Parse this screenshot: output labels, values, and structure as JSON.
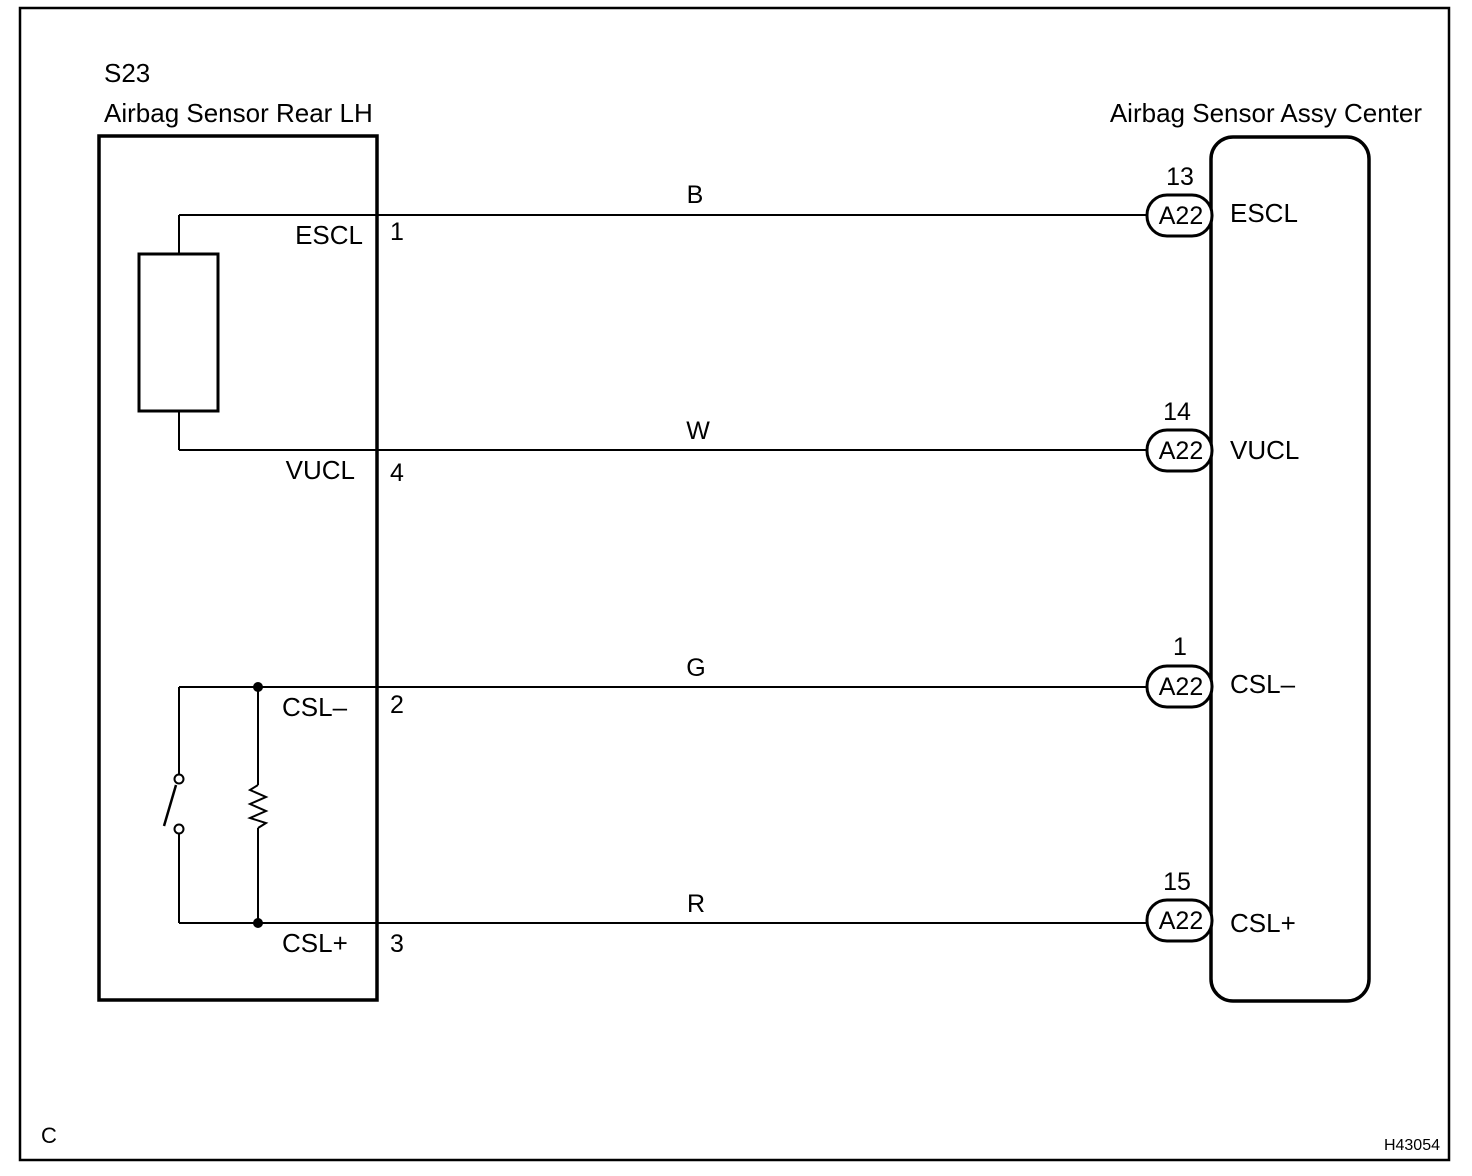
{
  "sensor": {
    "code": "S23",
    "name": "Airbag Sensor Rear LH"
  },
  "center": {
    "name": "Airbag Sensor Assy Center"
  },
  "circuits": [
    {
      "left_label": "ESCL",
      "left_pin": "1",
      "wire_color": "B",
      "connector": "A22",
      "right_pin": "13",
      "right_label": "ESCL"
    },
    {
      "left_label": "VUCL",
      "left_pin": "4",
      "wire_color": "W",
      "connector": "A22",
      "right_pin": "14",
      "right_label": "VUCL"
    },
    {
      "left_label": "CSL–",
      "left_pin": "2",
      "wire_color": "G",
      "connector": "A22",
      "right_pin": "1",
      "right_label": "CSL–"
    },
    {
      "left_label": "CSL+",
      "left_pin": "3",
      "wire_color": "R",
      "connector": "A22",
      "right_pin": "15",
      "right_label": "CSL+"
    }
  ],
  "footer": {
    "corner_letter": "C",
    "figure_id": "H43054"
  }
}
